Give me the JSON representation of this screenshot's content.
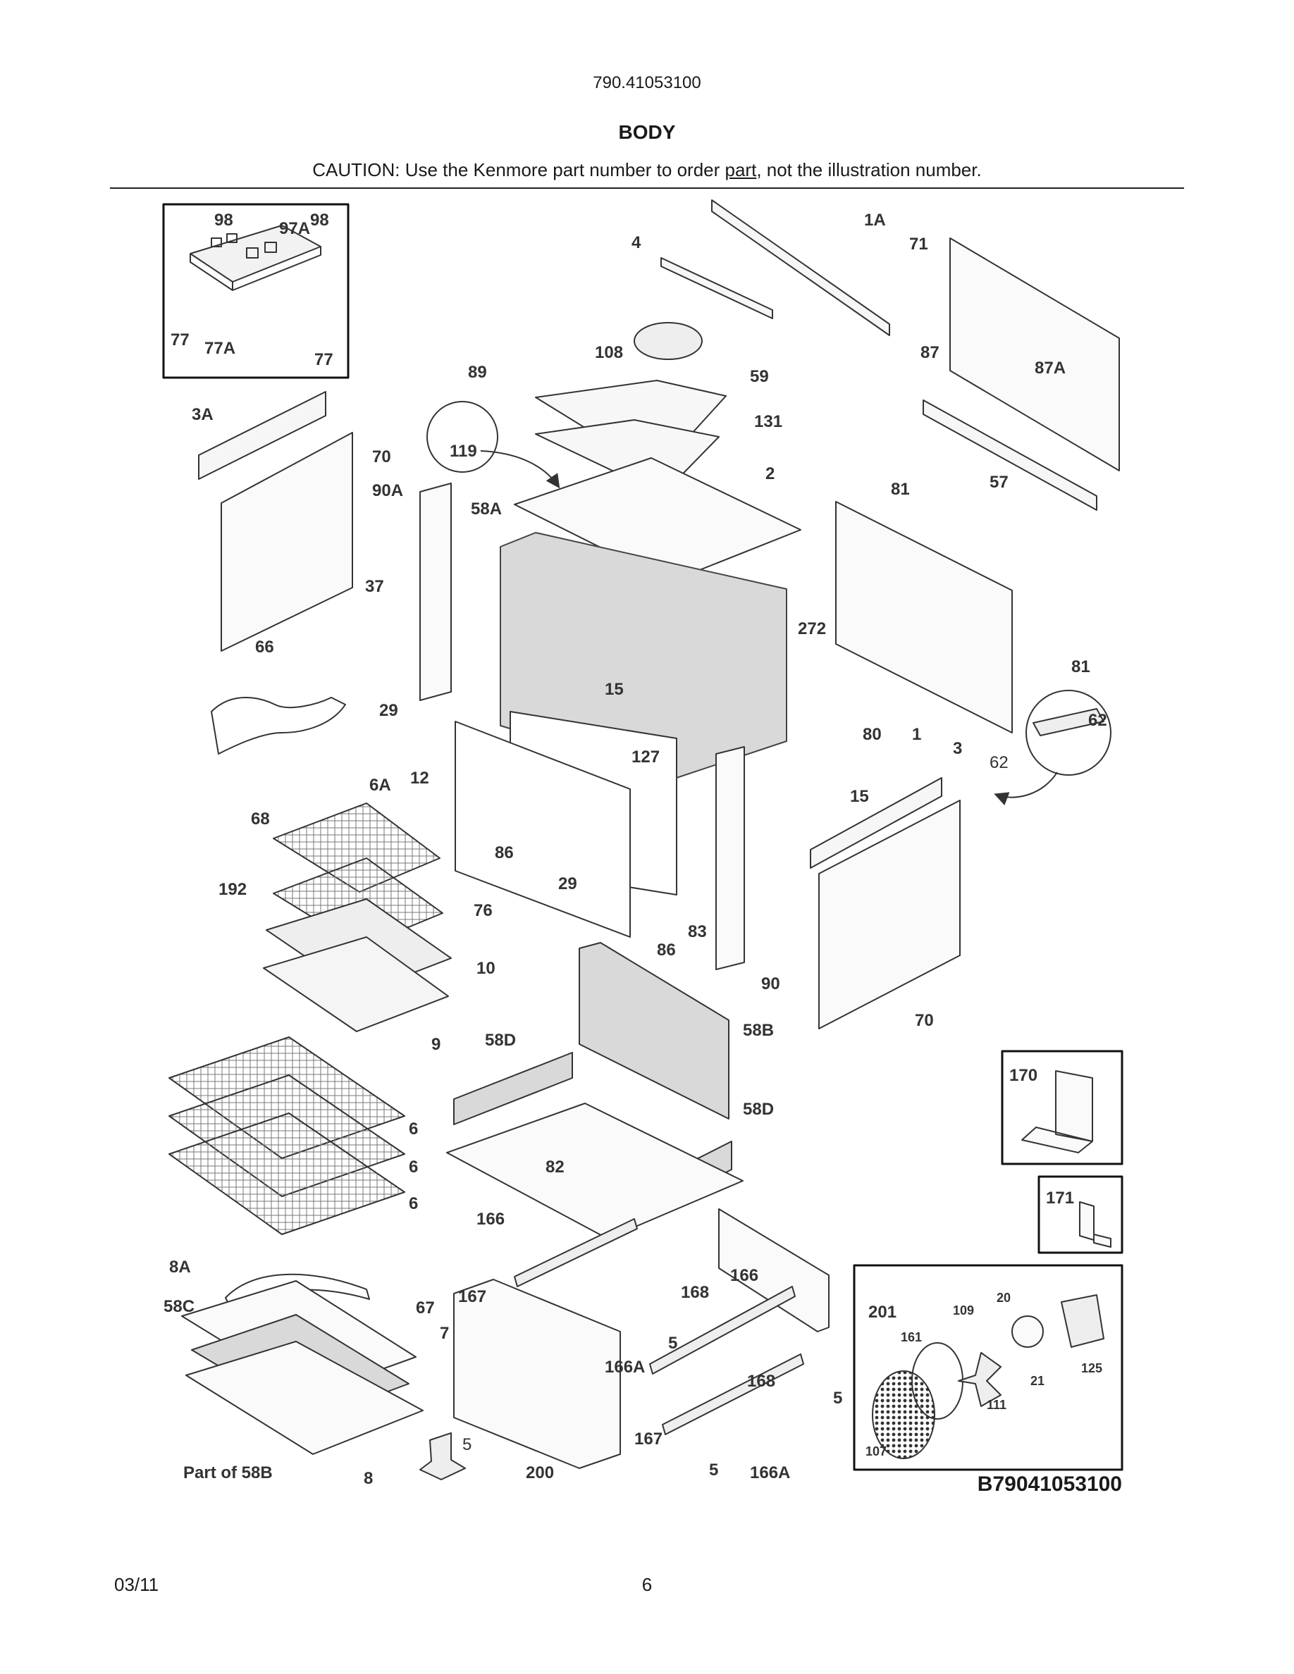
{
  "header": {
    "model_number": "790.41053100",
    "section_title": "BODY",
    "caution_prefix": "CAUTION: Use the Kenmore part number to order ",
    "caution_link": "part",
    "caution_suffix": ", not the illustration number."
  },
  "diagram": {
    "id_code": "B79041053100",
    "callouts": [
      {
        "id": "98a",
        "text": "98"
      },
      {
        "id": "97A",
        "text": "97A"
      },
      {
        "id": "98b",
        "text": "98"
      },
      {
        "id": "77a",
        "text": "77"
      },
      {
        "id": "77A",
        "text": "77A"
      },
      {
        "id": "77b",
        "text": "77"
      },
      {
        "id": "1A",
        "text": "1A"
      },
      {
        "id": "4",
        "text": "4"
      },
      {
        "id": "71",
        "text": "71"
      },
      {
        "id": "108",
        "text": "108"
      },
      {
        "id": "89",
        "text": "89"
      },
      {
        "id": "59",
        "text": "59"
      },
      {
        "id": "87",
        "text": "87"
      },
      {
        "id": "87A",
        "text": "87A"
      },
      {
        "id": "131",
        "text": "131"
      },
      {
        "id": "3A",
        "text": "3A"
      },
      {
        "id": "119",
        "text": "119"
      },
      {
        "id": "70a",
        "text": "70"
      },
      {
        "id": "90A",
        "text": "90A"
      },
      {
        "id": "2",
        "text": "2"
      },
      {
        "id": "81a",
        "text": "81"
      },
      {
        "id": "57",
        "text": "57"
      },
      {
        "id": "58A",
        "text": "58A"
      },
      {
        "id": "37",
        "text": "37"
      },
      {
        "id": "272",
        "text": "272"
      },
      {
        "id": "66",
        "text": "66"
      },
      {
        "id": "15a",
        "text": "15"
      },
      {
        "id": "81b",
        "text": "81"
      },
      {
        "id": "29a",
        "text": "29"
      },
      {
        "id": "62a",
        "text": "62"
      },
      {
        "id": "80",
        "text": "80"
      },
      {
        "id": "1",
        "text": "1"
      },
      {
        "id": "12",
        "text": "12"
      },
      {
        "id": "127",
        "text": "127"
      },
      {
        "id": "3",
        "text": "3"
      },
      {
        "id": "62b",
        "text": "62"
      },
      {
        "id": "6A",
        "text": "6A"
      },
      {
        "id": "15b",
        "text": "15"
      },
      {
        "id": "68",
        "text": "68"
      },
      {
        "id": "86a",
        "text": "86"
      },
      {
        "id": "192",
        "text": "192"
      },
      {
        "id": "29b",
        "text": "29"
      },
      {
        "id": "76",
        "text": "76"
      },
      {
        "id": "83",
        "text": "83"
      },
      {
        "id": "86b",
        "text": "86"
      },
      {
        "id": "10",
        "text": "10"
      },
      {
        "id": "90",
        "text": "90"
      },
      {
        "id": "70b",
        "text": "70"
      },
      {
        "id": "9",
        "text": "9"
      },
      {
        "id": "58D",
        "text": "58D"
      },
      {
        "id": "58B",
        "text": "58B"
      },
      {
        "id": "170",
        "text": "170"
      },
      {
        "id": "58Db",
        "text": "58D"
      },
      {
        "id": "6a",
        "text": "6"
      },
      {
        "id": "6b",
        "text": "6"
      },
      {
        "id": "82",
        "text": "82"
      },
      {
        "id": "6c",
        "text": "6"
      },
      {
        "id": "171",
        "text": "171"
      },
      {
        "id": "166",
        "text": "166"
      },
      {
        "id": "8A",
        "text": "8A"
      },
      {
        "id": "168a",
        "text": "168"
      },
      {
        "id": "166b",
        "text": "166"
      },
      {
        "id": "167a",
        "text": "167"
      },
      {
        "id": "58C",
        "text": "58C"
      },
      {
        "id": "67",
        "text": "67"
      },
      {
        "id": "5a",
        "text": "5"
      },
      {
        "id": "201",
        "text": "201"
      },
      {
        "id": "109",
        "text": "109"
      },
      {
        "id": "20",
        "text": "20"
      },
      {
        "id": "161",
        "text": "161"
      },
      {
        "id": "7",
        "text": "7"
      },
      {
        "id": "166A",
        "text": "166A"
      },
      {
        "id": "168b",
        "text": "168"
      },
      {
        "id": "125",
        "text": "125"
      },
      {
        "id": "21",
        "text": "21"
      },
      {
        "id": "5b",
        "text": "5"
      },
      {
        "id": "111",
        "text": "111"
      },
      {
        "id": "167b",
        "text": "167"
      },
      {
        "id": "5c",
        "text": "5"
      },
      {
        "id": "107",
        "text": "107"
      },
      {
        "id": "partof58B",
        "text": "Part of 58B"
      },
      {
        "id": "8",
        "text": "8"
      },
      {
        "id": "200",
        "text": "200"
      },
      {
        "id": "5d",
        "text": "5"
      },
      {
        "id": "166Ab",
        "text": "166A"
      }
    ]
  },
  "footer": {
    "date": "03/11",
    "page_number": "6"
  }
}
